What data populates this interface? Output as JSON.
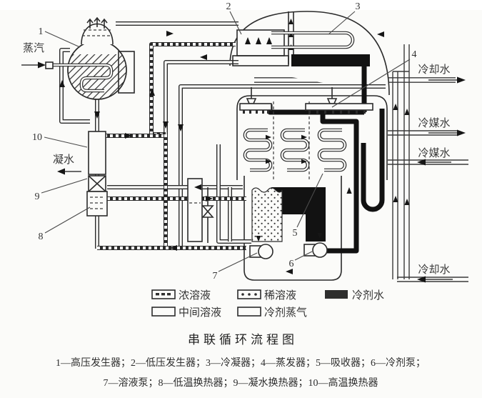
{
  "title": "串联循环流程图",
  "caption": {
    "line1": "1—高压发生器；2—低压发生器；3—冷凝器；4—蒸发器；5—吸收器；6—冷剂泵；",
    "line2": "7—溶液泵；8—低温换热器；9—凝水换热器；10—高温换热器"
  },
  "labels": {
    "steam_in": "蒸汽",
    "condensate_out": "凝水",
    "cooling_water_out": "冷却水",
    "chilled_water_out": "冷媒水",
    "chilled_water_in": "冷媒水",
    "cooling_water_in": "冷却水"
  },
  "callouts": {
    "c1": "1",
    "c2": "2",
    "c3": "3",
    "c4": "4",
    "c5": "5",
    "c6": "6",
    "c7": "7",
    "c8": "8",
    "c9": "9",
    "c10": "10"
  },
  "legend": {
    "concentrated_solution": "浓溶液",
    "dilute_solution": "稀溶液",
    "refrigerant_water": "冷剂水",
    "intermediate_solution": "中间溶液",
    "refrigerant_vapor": "冷剂蒸气"
  },
  "components": [
    {
      "num": "1",
      "name": "高压发生器"
    },
    {
      "num": "2",
      "name": "低压发生器"
    },
    {
      "num": "3",
      "name": "冷凝器"
    },
    {
      "num": "4",
      "name": "蒸发器"
    },
    {
      "num": "5",
      "name": "吸收器"
    },
    {
      "num": "6",
      "name": "冷剂泵"
    },
    {
      "num": "7",
      "name": "溶液泵"
    },
    {
      "num": "8",
      "name": "低温换热器"
    },
    {
      "num": "9",
      "name": "凝水换热器"
    },
    {
      "num": "10",
      "name": "高温换热器"
    }
  ],
  "colors": {
    "line": "#2b2b2b",
    "black_fill": "#121212",
    "background": "#fbfbf9"
  }
}
